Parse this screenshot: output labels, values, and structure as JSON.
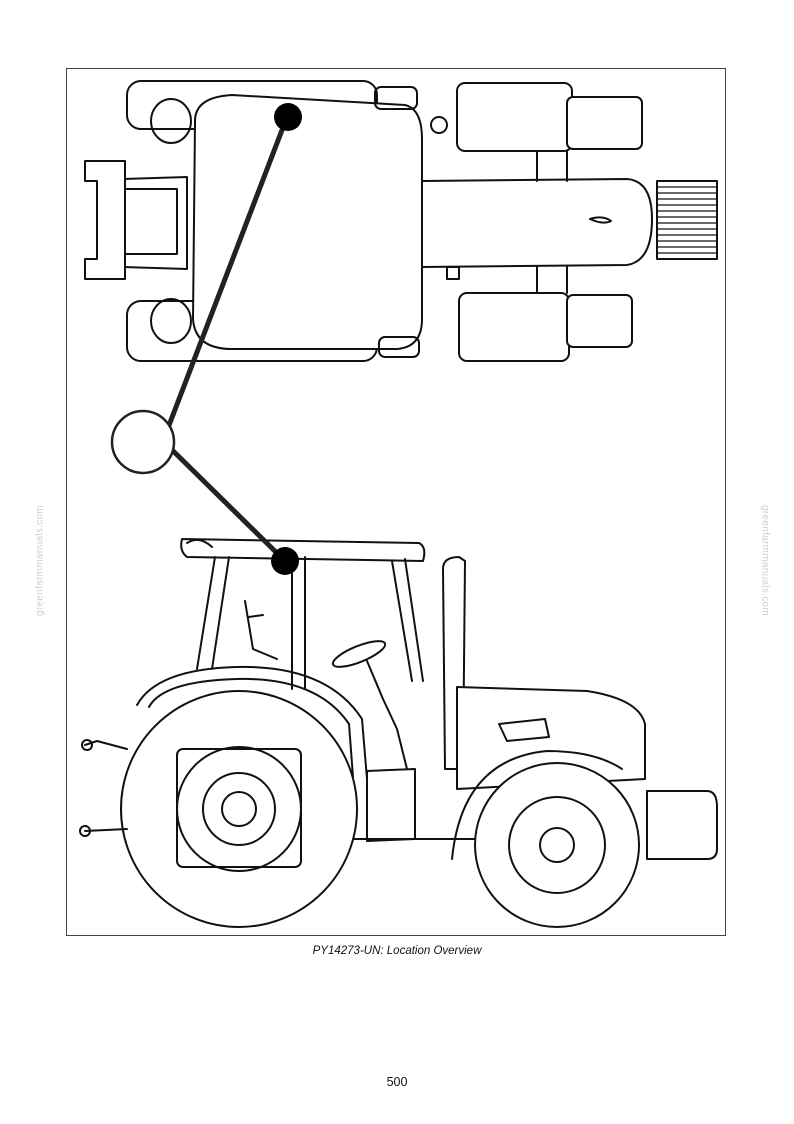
{
  "figure": {
    "caption": "PY14273-UN: Location Overview"
  },
  "page": {
    "number": "500"
  },
  "watermark": {
    "text": "greenfarmmanuals.com"
  }
}
